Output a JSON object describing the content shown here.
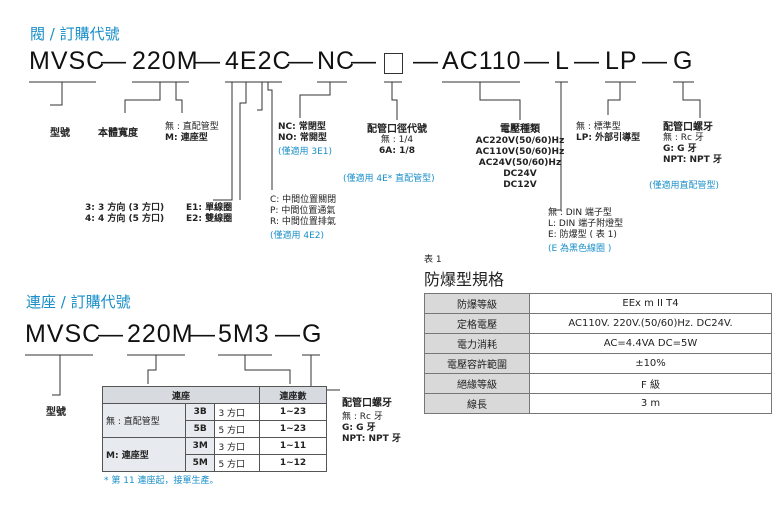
{
  "valve": {
    "title": "閥 / 訂購代號",
    "code": [
      "MVSC",
      "—",
      "220M",
      "—",
      "4E2C",
      "—",
      "NC",
      "—",
      "—",
      "AC110",
      "—",
      "L",
      "—",
      "LP",
      "—",
      "G"
    ],
    "labels": {
      "model": "型號",
      "body_width": "本體寬度",
      "piping_none": "無 : 直配管型",
      "piping_m": "M: 連座型",
      "nc": "NC: 常閉型",
      "no": "NO: 常開型",
      "nc_note": "(僅適用 3E1)",
      "port_size": "配管口徑代號",
      "port_none": "無 : 1/4",
      "port_6a": "6A: 1/8",
      "port_note": "(僅適用 4E* 直配管型)",
      "voltage": "電壓種類",
      "volts": [
        "AC220V(50/60)Hz",
        "AC110V(50/60)Hz",
        "AC24V(50/60)Hz",
        "DC24V",
        "DC12V"
      ],
      "light_none": "無 : 標準型",
      "light_lp": "LP: 外部引導型",
      "thread": "配管口螺牙",
      "thread_rc": "無 : Rc 牙",
      "thread_g": "G: G 牙",
      "thread_npt": "NPT: NPT 牙",
      "thread_note": "(僅適用直配管型)",
      "way3": "3: 3 方向 (3 方口)",
      "way4": "4: 4 方向 (5 方口)",
      "e1": "E1: 單線圈",
      "e2": "E2: 雙線圈",
      "c": "C: 中間位置關閉",
      "p": "P: 中間位置通氣",
      "r": "R: 中間位置排氣",
      "c_note": "(僅適用 4E2)",
      "din_none": "無 : DIN 端子型",
      "din_l": "L: DIN 端子附燈型",
      "din_e": "E: 防爆型 ( 表 1)",
      "din_note": "(E 為黑色線圈 )"
    }
  },
  "spec": {
    "caption": "表 1",
    "title": "防爆型規格",
    "rows": [
      {
        "k": "防爆等級",
        "v": "EEx m II T4"
      },
      {
        "k": "定格電壓",
        "v": "AC110V. 220V.(50/60)Hz. DC24V."
      },
      {
        "k": "電力消耗",
        "v": "AC=4.4VA  DC=5W"
      },
      {
        "k": "電壓容許範圍",
        "v": "±10%"
      },
      {
        "k": "絕緣等級",
        "v": "F 級"
      },
      {
        "k": "線長",
        "v": "3 m"
      }
    ]
  },
  "base": {
    "title": "連座 / 訂購代號",
    "code": [
      "MVSC",
      "—",
      "220M",
      "—",
      "5M3",
      "—",
      "G"
    ],
    "model": "型號",
    "table": {
      "h1": "連座",
      "h2": "連座數",
      "groups": [
        {
          "name": "無 : 直配管型",
          "rows": [
            [
              "3B",
              "3 方口",
              "1~23"
            ],
            [
              "5B",
              "5 方口",
              "1~23"
            ]
          ]
        },
        {
          "name": "M: 連座型",
          "rows": [
            [
              "3M",
              "3 方口",
              "1~11"
            ],
            [
              "5M",
              "5 方口",
              "1~12"
            ]
          ]
        }
      ]
    },
    "thread": "配管口螺牙",
    "thread_rc": "無 : Rc 牙",
    "thread_g": "G: G 牙",
    "thread_npt": "NPT: NPT 牙",
    "note": "* 第 11 連座起，接單生產。"
  }
}
